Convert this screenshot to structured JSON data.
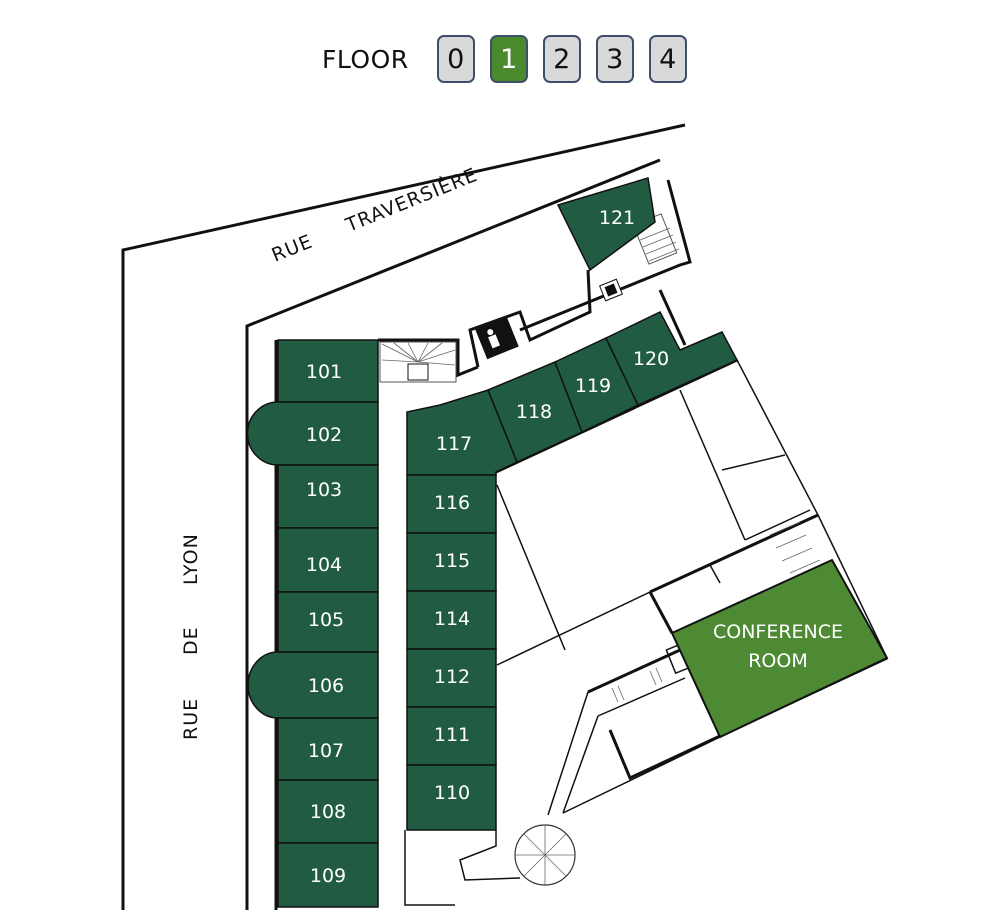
{
  "floor_selector": {
    "label": "FLOOR",
    "floors": [
      "0",
      "1",
      "2",
      "3",
      "4"
    ],
    "selected": "1"
  },
  "streets": {
    "rue_traversiere": [
      "RUE",
      "TRAVERSIÈRE"
    ],
    "rue_de_lyon": [
      "RUE",
      "DE",
      "LYON"
    ]
  },
  "rooms": {
    "r101": "101",
    "r102": "102",
    "r103": "103",
    "r104": "104",
    "r105": "105",
    "r106": "106",
    "r107": "107",
    "r108": "108",
    "r109": "109",
    "r110": "110",
    "r111": "111",
    "r112": "112",
    "r114": "114",
    "r115": "115",
    "r116": "116",
    "r117": "117",
    "r118": "118",
    "r119": "119",
    "r120": "120",
    "r121": "121",
    "conference": [
      "CONFERENCE",
      "ROOM"
    ]
  },
  "colors": {
    "room": "#215c42",
    "conference": "#4e8a33",
    "selected_floor": "#4a8a2f",
    "floor_button": "#d9d9d9"
  }
}
